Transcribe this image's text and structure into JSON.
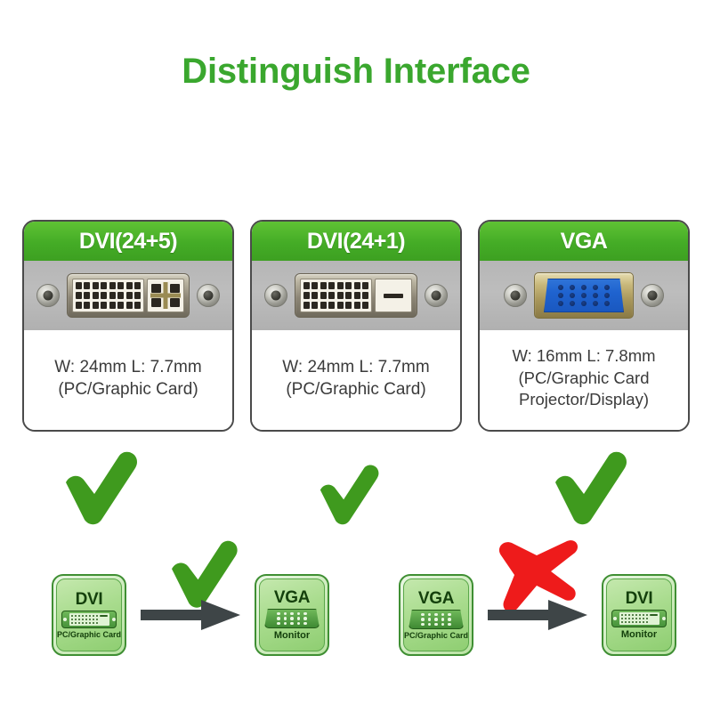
{
  "page": {
    "title": "Distinguish Interface",
    "title_color": "#3aa72e",
    "background": "#ffffff"
  },
  "cards": [
    {
      "header": "DVI(24+5)",
      "connector": "dvi-24-5",
      "spec_line_1": "W: 24mm  L: 7.7mm",
      "spec_line_2": "(PC/Graphic Card)",
      "spec_line_3": ""
    },
    {
      "header": "DVI(24+1)",
      "connector": "dvi-24-1",
      "spec_line_1": "W: 24mm  L: 7.7mm",
      "spec_line_2": "(PC/Graphic Card)",
      "spec_line_3": ""
    },
    {
      "header": "VGA",
      "connector": "vga-15",
      "spec_line_1": "W: 16mm  L: 7.8mm",
      "spec_line_2": "(PC/Graphic Card",
      "spec_line_3": "Projector/Display)"
    }
  ],
  "marks": {
    "check_color": "#3f9a1e",
    "cross_color": "#ee1b1b",
    "check_1": "check-icon",
    "check_2": "check-icon",
    "check_3": "check-icon",
    "check_4": "check-icon",
    "cross_1": "cross-icon"
  },
  "pairs": [
    {
      "verdict": "supported",
      "source": {
        "label": "DVI",
        "sublabel": "PC/Graphic Card",
        "connector": "dvi"
      },
      "arrow": "arrow-right-icon",
      "target": {
        "label": "VGA",
        "sublabel": "Monitor",
        "connector": "vga"
      }
    },
    {
      "verdict": "not-supported",
      "source": {
        "label": "VGA",
        "sublabel": "PC/Graphic Card",
        "connector": "vga"
      },
      "arrow": "arrow-right-icon",
      "target": {
        "label": "DVI",
        "sublabel": "Monitor",
        "connector": "dvi"
      }
    }
  ],
  "colors": {
    "header_green_top": "#5fc234",
    "header_green_bottom": "#3da021",
    "plate_gray": "#b6b6b6",
    "card_border": "#4a4a4a",
    "vga_blue": "#1f63cf",
    "arrow_gray": "#3e4547",
    "device_green_border": "#3f8f33"
  }
}
